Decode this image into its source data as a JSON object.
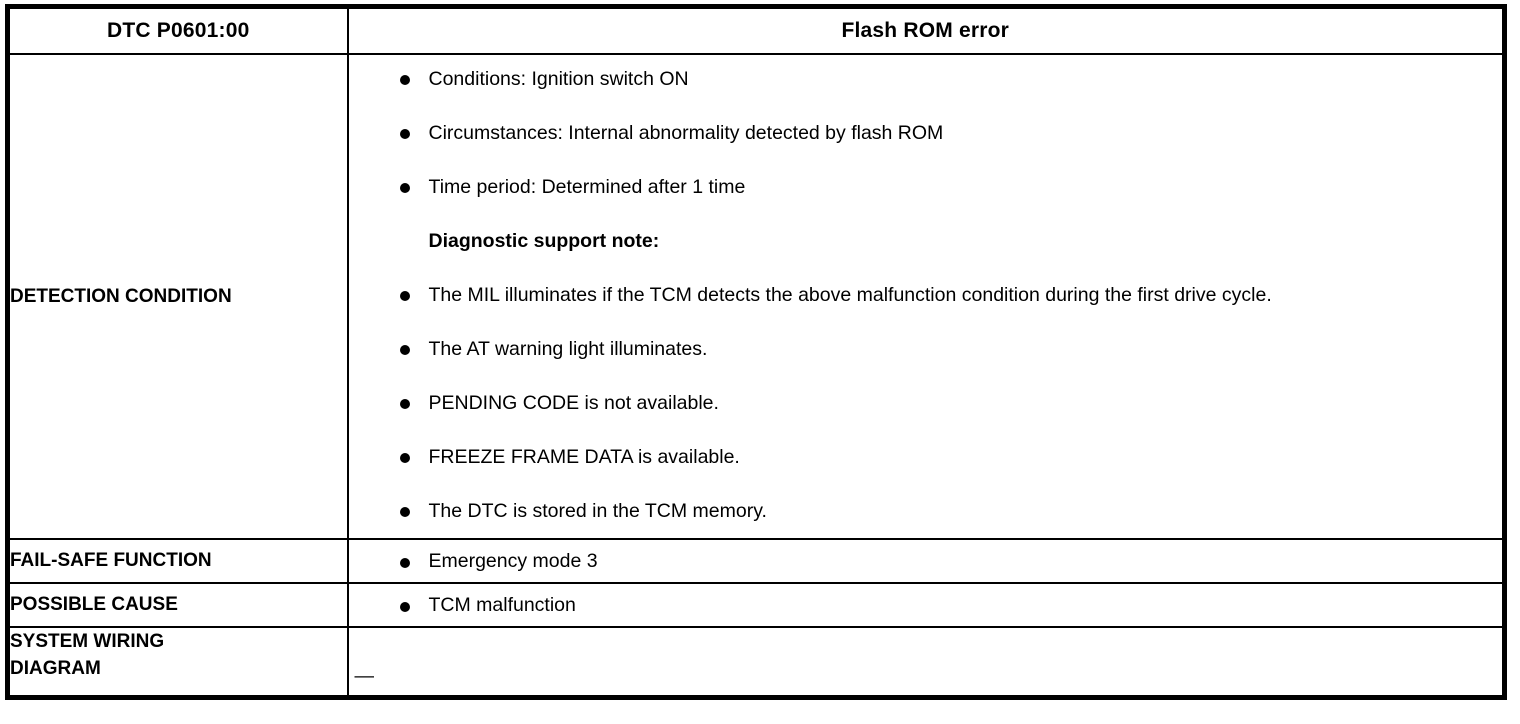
{
  "document": {
    "kind": "dtc-diagnostic-table",
    "bullet_glyph": "filled-circle",
    "text_color": "#000000",
    "background_color": "#ffffff",
    "border_color": "#000000"
  },
  "header": {
    "left": "DTC P0601:00",
    "right": "Flash ROM error"
  },
  "rows": [
    {
      "label": "DETECTION CONDITION",
      "items": [
        {
          "bullet": true,
          "bold": false,
          "text": "Conditions: Ignition switch ON"
        },
        {
          "bullet": true,
          "bold": false,
          "text": "Circumstances: Internal abnormality detected by flash ROM"
        },
        {
          "bullet": true,
          "bold": false,
          "text": "Time period: Determined after 1 time"
        },
        {
          "bullet": false,
          "bold": true,
          "text": "Diagnostic support note:"
        },
        {
          "bullet": true,
          "bold": false,
          "text": "The MIL illuminates if the TCM detects the above malfunction condition during the first drive cycle."
        },
        {
          "bullet": true,
          "bold": false,
          "text": "The AT warning light illuminates."
        },
        {
          "bullet": true,
          "bold": false,
          "text": "PENDING CODE is not available."
        },
        {
          "bullet": true,
          "bold": false,
          "text": "FREEZE FRAME DATA is available."
        },
        {
          "bullet": true,
          "bold": false,
          "text": "The DTC is stored in the TCM memory."
        }
      ]
    },
    {
      "label": "FAIL-SAFE FUNCTION",
      "items": [
        {
          "bullet": true,
          "bold": false,
          "text": "Emergency mode 3"
        }
      ]
    },
    {
      "label": "POSSIBLE CAUSE",
      "items": [
        {
          "bullet": true,
          "bold": false,
          "text": "TCM malfunction"
        }
      ]
    },
    {
      "label": "SYSTEM WIRING DIAGRAM",
      "label_line1": "SYSTEM WIRING",
      "label_line2": "DIAGRAM",
      "value": "—"
    }
  ]
}
